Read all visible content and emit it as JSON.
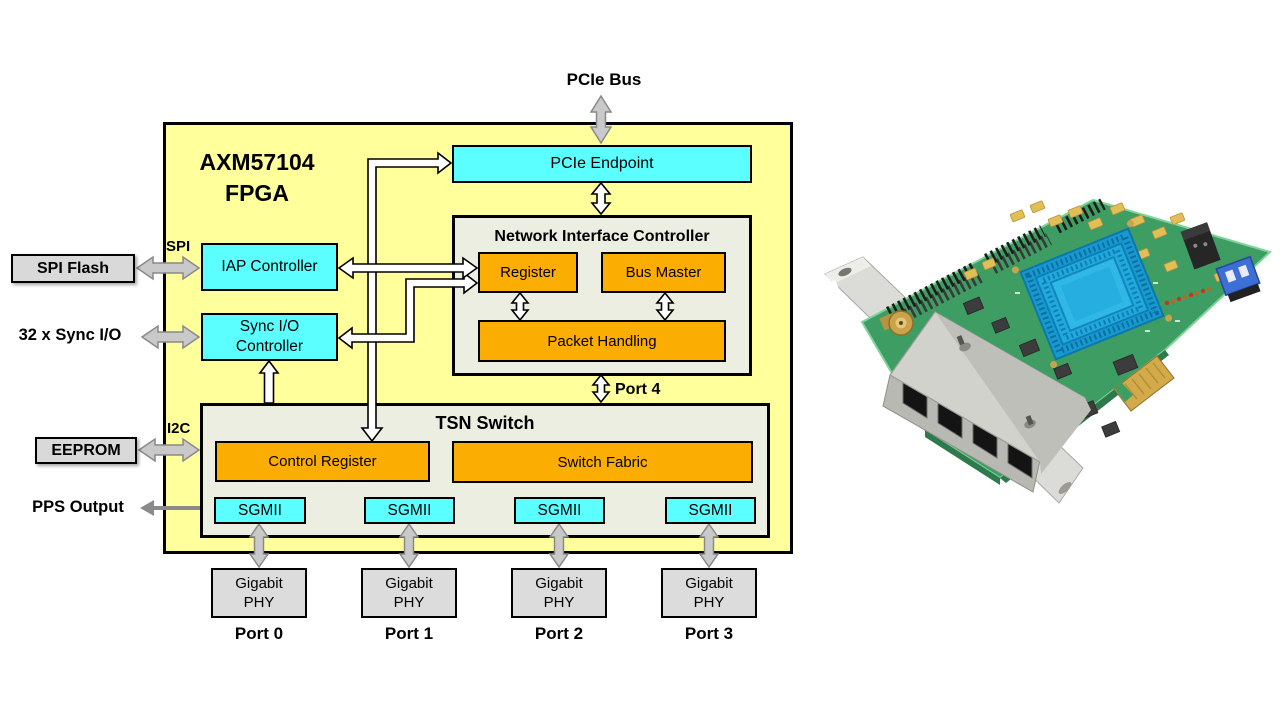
{
  "diagram": {
    "fpga_title": [
      "AXM57104",
      "FPGA"
    ],
    "external_labels": {
      "pcie_bus": "PCIe Bus",
      "spi_flash": "SPI Flash",
      "sync_io": "32 x Sync I/O",
      "eeprom": "EEPROM",
      "pps_output": "PPS Output"
    },
    "bus_labels": {
      "spi": "SPI",
      "i2c": "I2C",
      "port4": "Port 4"
    },
    "blocks": {
      "pcie_endpoint": "PCIe Endpoint",
      "iap_controller": "IAP Controller",
      "sync_io_controller": [
        "Sync I/O",
        "Controller"
      ],
      "nic_title": "Network Interface Controller",
      "register": "Register",
      "bus_master": "Bus Master",
      "packet_handling": "Packet Handling",
      "tsn_title": "TSN Switch",
      "control_register": "Control Register",
      "switch_fabric": "Switch Fabric",
      "sgmii": "SGMII",
      "gigabit_phy": [
        "Gigabit",
        "PHY"
      ]
    },
    "ports": [
      "Port 0",
      "Port 1",
      "Port 2",
      "Port 3"
    ],
    "colors": {
      "fpga_fill": "#FFFF9C",
      "cyan_fill": "#5CFFFF",
      "orange_fill": "#FCAD01",
      "panel_fill": "#EDEEE2",
      "gray_box_fill": "#D9D9D9",
      "arrow_gray_fill": "#C9C9C9",
      "arrow_gray_stroke": "#898989",
      "pcb_green": "#3E9D62",
      "heatsink_blue": "#1799CE"
    }
  }
}
